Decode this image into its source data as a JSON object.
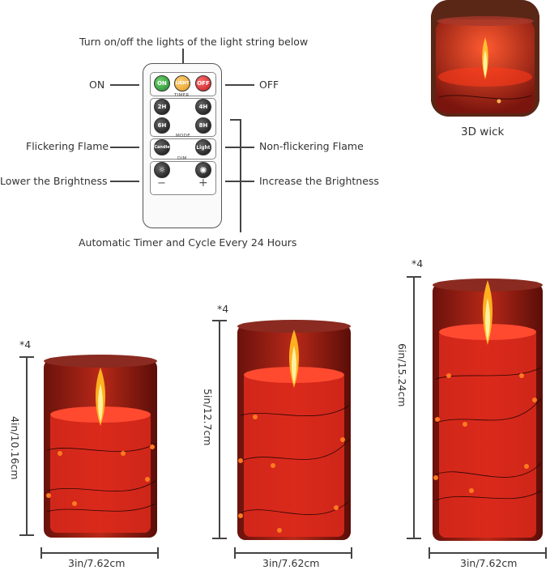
{
  "remote": {
    "top_caption": "Turn on/off the lights of the light string below",
    "bottom_caption": "Automatic Timer and Cycle Every 24 Hours",
    "left_labels": {
      "on": "ON",
      "flicker": "Flickering Flame",
      "lower": "Lower the Brightness"
    },
    "right_labels": {
      "off": "OFF",
      "nonflicker": "Non-flickering Flame",
      "increase": "Increase the Brightness"
    },
    "buttons": {
      "on": "ON",
      "light": "LIGHT",
      "off": "OFF",
      "timer_title": "TIMER",
      "t2": "2H",
      "t4": "4H",
      "t6": "6H",
      "t8": "8H",
      "mode_title": "MODE",
      "candle": "Candle",
      "light_mode": "Light",
      "dim_title": "DIM",
      "minus": "−",
      "plus": "+"
    }
  },
  "thumbnail": {
    "caption": "3D wick"
  },
  "candles": [
    {
      "count": "*4",
      "height_label": "4in/10.16cm",
      "width_label": "3in/7.62cm"
    },
    {
      "count": "*4",
      "height_label": "5in/12.7cm",
      "width_label": "3in/7.62cm"
    },
    {
      "count": "*4",
      "height_label": "6in/15.24cm",
      "width_label": "3in/7.62cm"
    }
  ],
  "colors": {
    "glass": "#7a1a14",
    "wax": "#e02a1c",
    "flame": "#ffb020",
    "led": "#ff6a1a"
  }
}
